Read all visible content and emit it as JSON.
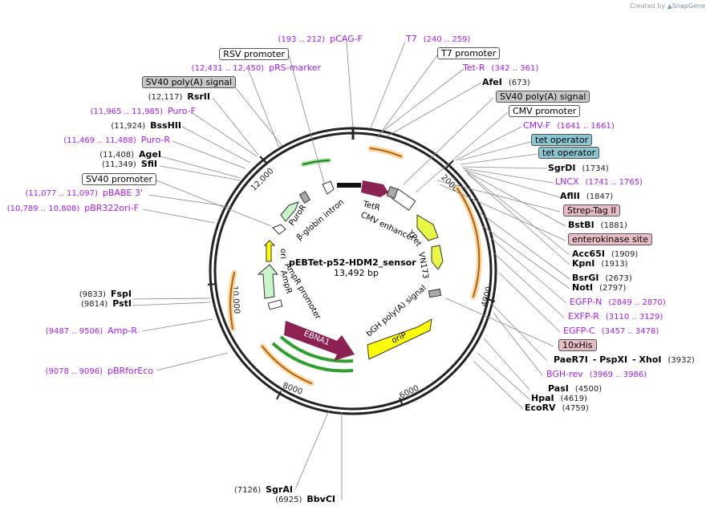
{
  "watermark": {
    "prefix": "Created by",
    "brand": "SnapGene"
  },
  "plasmid": {
    "name": "pEBTet-p52-HDM2_sensor",
    "length": "13,492 bp"
  },
  "colors": {
    "primer": "#a020f0",
    "site": "#000000",
    "feature_box": "#e0e0e0",
    "operator_box": "#86c2ce",
    "tag_box": "#e6b8c2",
    "orf_magenta": "#8b2252",
    "orf_yellow": "#ffff00",
    "orf_green": "#2e9e2e",
    "marker_orange": "#f0a030",
    "backbone": "#222222"
  },
  "ticks": [
    "2000",
    "4000",
    "6000",
    "8000",
    "10,000",
    "12,000"
  ],
  "left_labels": [
    {
      "text": "(193 .. 212)",
      "name": "pCAG-F",
      "kind": "primer"
    },
    {
      "name": "RSV promoter",
      "kind": "box"
    },
    {
      "text": "(12,431 .. 12,450)",
      "name": "pRS-marker",
      "kind": "primer"
    },
    {
      "name": "SV40 poly(A) signal",
      "kind": "gray"
    },
    {
      "text": "(12,117)",
      "name": "RsrII",
      "kind": "site"
    },
    {
      "text": "(11,965 .. 11,985)",
      "name": "Puro-F",
      "kind": "primer"
    },
    {
      "text": "(11,924)",
      "name": "BssHII",
      "kind": "site"
    },
    {
      "text": "(11,469 .. 11,488)",
      "name": "Puro-R",
      "kind": "primer"
    },
    {
      "text": "(11,408)",
      "name": "AgeI",
      "kind": "site"
    },
    {
      "text": "(11,349)",
      "name": "SfiI",
      "kind": "site"
    },
    {
      "name": "SV40 promoter",
      "kind": "box"
    },
    {
      "text": "(11,077 .. 11,097)",
      "name": "pBABE 3'",
      "kind": "primer"
    },
    {
      "text": "(10,789 .. 10,808)",
      "name": "pBR322ori-F",
      "kind": "primer"
    },
    {
      "text": "(9833)",
      "name": "FspI",
      "kind": "site"
    },
    {
      "text": "(9814)",
      "name": "PstI",
      "kind": "site"
    },
    {
      "text": "(9487 .. 9506)",
      "name": "Amp-R",
      "kind": "primer"
    },
    {
      "text": "(9078 .. 9096)",
      "name": "pBRforEco",
      "kind": "primer"
    },
    {
      "text": "(7126)",
      "name": "SgrAI",
      "kind": "site"
    },
    {
      "text": "(6925)",
      "name": "BbvCI",
      "kind": "site"
    }
  ],
  "right_labels": [
    {
      "name": "T7",
      "text": "(240 .. 259)",
      "kind": "primer"
    },
    {
      "name": "T7 promoter",
      "kind": "box"
    },
    {
      "name": "Tet-R",
      "text": "(342 .. 361)",
      "kind": "primer"
    },
    {
      "name": "AfeI",
      "text": "(673)",
      "kind": "site"
    },
    {
      "name": "SV40 poly(A) signal",
      "kind": "gray"
    },
    {
      "name": "CMV promoter",
      "kind": "box"
    },
    {
      "name": "CMV-F",
      "text": "(1641 .. 1661)",
      "kind": "primer"
    },
    {
      "name": "tet operator",
      "kind": "operator"
    },
    {
      "name": "tet operator",
      "kind": "operator"
    },
    {
      "name": "SgrDI",
      "text": "(1734)",
      "kind": "site"
    },
    {
      "name": "LNCX",
      "text": "(1741 .. 1765)",
      "kind": "primer"
    },
    {
      "name": "AflII",
      "text": "(1847)",
      "kind": "site"
    },
    {
      "name": "Strep-Tag II",
      "kind": "tag"
    },
    {
      "name": "BstBI",
      "text": "(1881)",
      "kind": "site"
    },
    {
      "name": "enterokinase site",
      "kind": "tag"
    },
    {
      "name": "Acc65I",
      "text": "(1909)",
      "kind": "site"
    },
    {
      "name": "KpnI",
      "text": "(1913)",
      "kind": "site"
    },
    {
      "name": "BsrGI",
      "text": "(2673)",
      "kind": "site"
    },
    {
      "name": "NotI",
      "text": "(2797)",
      "kind": "site"
    },
    {
      "name": "EGFP-N",
      "text": "(2849 .. 2870)",
      "kind": "primer"
    },
    {
      "name": "EXFP-R",
      "text": "(3110 .. 3129)",
      "kind": "primer"
    },
    {
      "name": "EGFP-C",
      "text": "(3457 .. 3478)",
      "kind": "primer"
    },
    {
      "name": "10xHis",
      "kind": "tag"
    },
    {
      "name": "PaeR7I",
      "name2": "PspXI",
      "name3": "XhoI",
      "text": "(3932)",
      "kind": "site3"
    },
    {
      "name": "BGH-rev",
      "text": "(3969 .. 3986)",
      "kind": "primer"
    },
    {
      "name": "PasI",
      "text": "(4500)",
      "kind": "site"
    },
    {
      "name": "HpaI",
      "text": "(4619)",
      "kind": "site"
    },
    {
      "name": "EcoRV",
      "text": "(4759)",
      "kind": "site"
    }
  ],
  "inner_labels": [
    "TetR",
    "CMV enhancer",
    "YPet",
    "VN173",
    "β-globin intron",
    "PuroR",
    "ori",
    "AmpR promoter",
    "AmpR",
    "bGH poly(A) signal",
    "oriP",
    "EBNA1"
  ]
}
